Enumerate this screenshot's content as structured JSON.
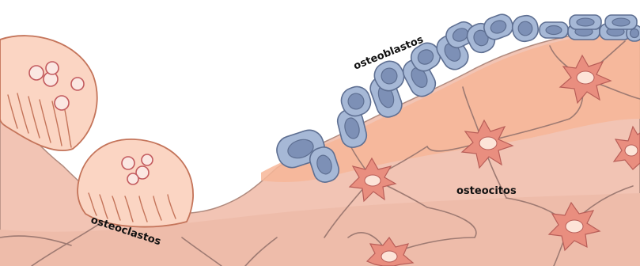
{
  "labels": {
    "osteoblasts": "osteoblastos",
    "osteocytes": "osteocitos",
    "osteoclasts": "osteoclastos"
  },
  "colors": {
    "background": "#ffffff",
    "bone_matrix": "#f2c4b4",
    "bone_deep": "#eebcaa",
    "osteoid_layer": "#f7b698",
    "bone_outline": "#b08a7e",
    "osteoclast_fill": "#fbd5c3",
    "osteoclast_stroke": "#c4745a",
    "osteoclast_nucleus": "#fbe7e2",
    "osteoclast_nucleus_stroke": "#c25a5e",
    "osteoblast_fill": "#a6b8d6",
    "osteoblast_stroke": "#5e6f92",
    "osteoblast_nucleus": "#7d90b6",
    "osteocyte_fill": "#e98e7f",
    "osteocyte_stroke": "#b85e58",
    "osteocyte_nucleus": "#fde4d8",
    "canaliculi": "#9e7a72"
  },
  "icons": {
    "osteoclast": "multinucleated-cell-icon",
    "osteoblast": "cuboidal-cell-icon",
    "osteocyte": "stellate-cell-icon"
  }
}
